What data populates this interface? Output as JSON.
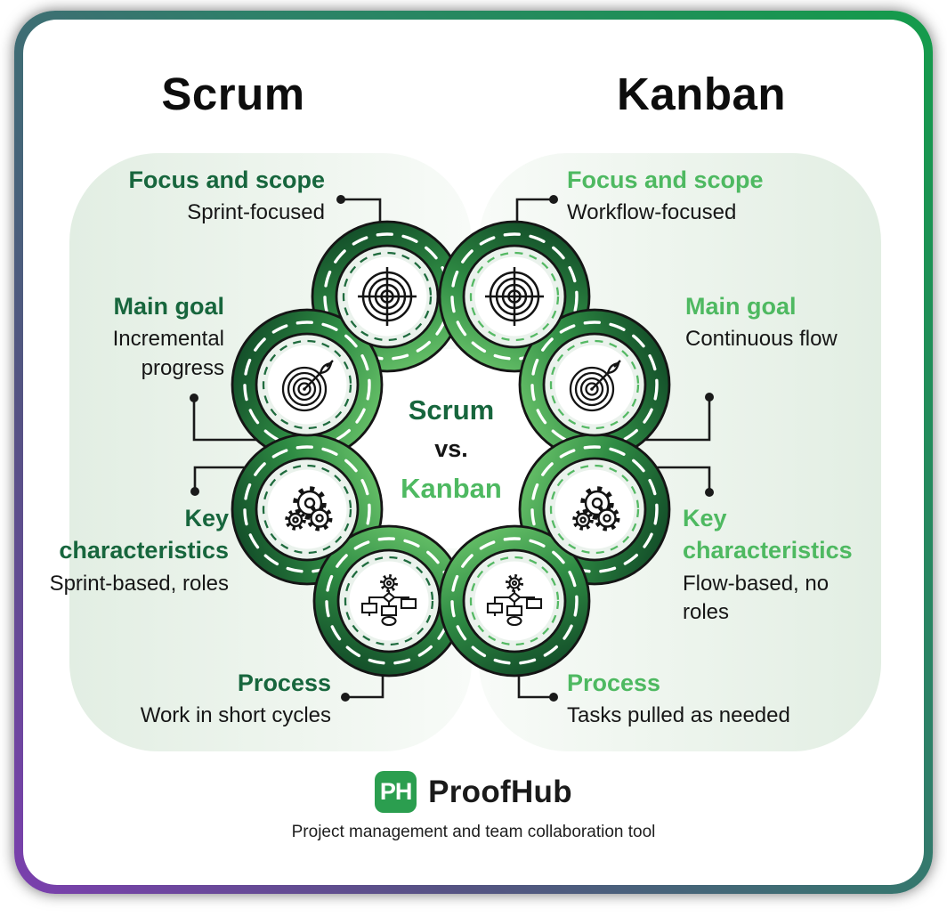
{
  "titles": {
    "left": "Scrum",
    "right": "Kanban"
  },
  "center_label": {
    "line1": "Scrum",
    "line2": "vs.",
    "line3": "Kanban"
  },
  "scrum_labels": [
    {
      "heading": "Focus and scope",
      "detail": "Sprint-focused"
    },
    {
      "heading": "Main goal",
      "detail": "Incremental progress"
    },
    {
      "heading": "Key characteristics",
      "detail": "Sprint-based, roles"
    },
    {
      "heading": "Process",
      "detail": "Work in short cycles"
    }
  ],
  "kanban_labels": [
    {
      "heading": "Focus and scope",
      "detail": "Workflow-focused"
    },
    {
      "heading": "Main goal",
      "detail": "Continuous flow"
    },
    {
      "heading": "Key characteristics",
      "detail": "Flow-based, no roles"
    },
    {
      "heading": "Process",
      "detail": "Tasks pulled as needed"
    }
  ],
  "wheel_icons": {
    "focus": "crosshair-target-icon",
    "goal": "dartboard-arrow-icon",
    "characteristics": "gears-icon",
    "process": "flowchart-icon"
  },
  "footer": {
    "logo_text": "PH",
    "brand": "ProofHub",
    "tagline": "Project management and team collaboration tool"
  },
  "colors": {
    "scrum_heading": "#17663d",
    "kanban_heading": "#4eb961",
    "ring_dark": "#14502a",
    "ring_light": "#63bd66",
    "panel_mint": "#e2eee3",
    "border_purple": "#7b3fae",
    "border_green": "#149b4b",
    "logo_green": "#2b9e4f"
  }
}
